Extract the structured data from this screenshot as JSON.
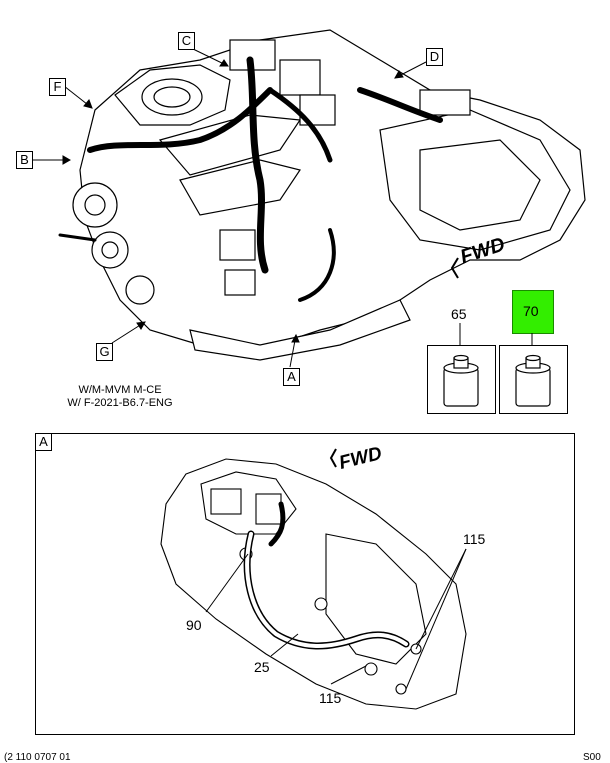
{
  "top_view": {
    "callouts": {
      "c": "C",
      "d": "D",
      "f": "F",
      "b": "B",
      "g": "G",
      "a": "A"
    },
    "fwd_label": "FWD",
    "note_line1": "W/M-MVM M-CE",
    "note_line2": "W/ F-2021-B6.7-ENG"
  },
  "parts_panel": {
    "item_65": {
      "ref": "65",
      "highlighted": false
    },
    "item_70": {
      "ref": "70",
      "highlighted": true,
      "highlight_color": "#33ee00"
    }
  },
  "detail_view": {
    "label": "A",
    "fwd_label": "FWD",
    "callouts": {
      "p90": "90",
      "p25": "25",
      "p115_bottom": "115",
      "p115_top": "115"
    }
  },
  "footer": {
    "left": "(2 110 0707 01",
    "right": "S00"
  }
}
